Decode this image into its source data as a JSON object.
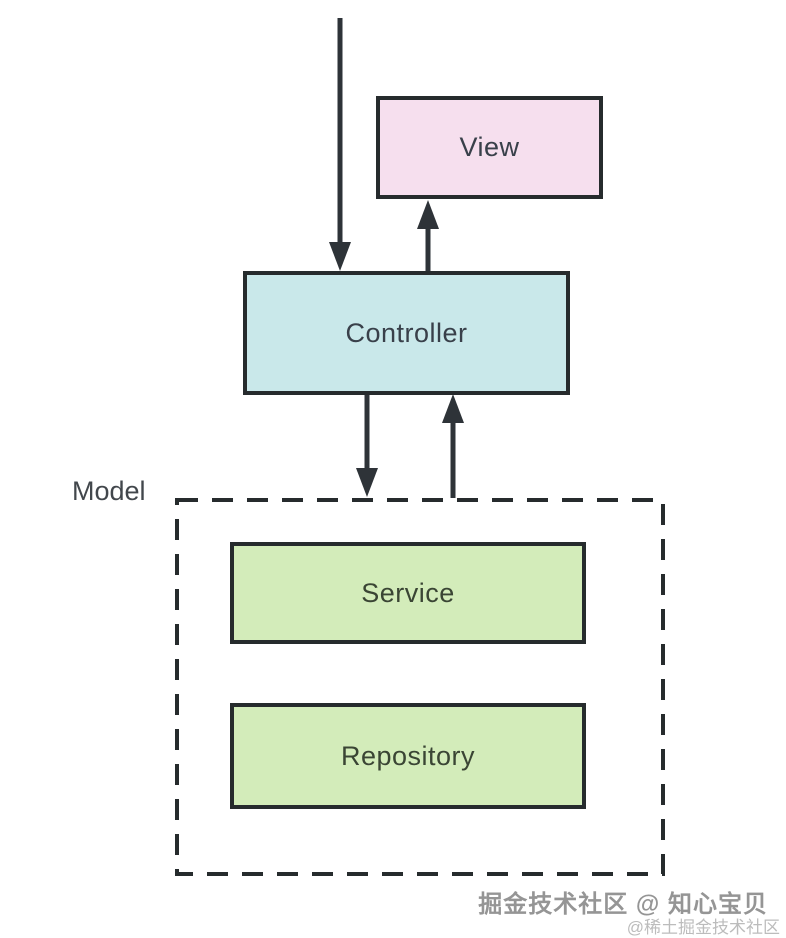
{
  "diagram": {
    "nodes": {
      "view": {
        "label": "View"
      },
      "controller": {
        "label": "Controller"
      },
      "service": {
        "label": "Service"
      },
      "repository": {
        "label": "Repository"
      }
    },
    "model_group_label": "Model"
  },
  "watermark": {
    "primary": "掘金技术社区 @ 知心宝贝",
    "secondary": "@稀土掘金技术社区"
  },
  "colors": {
    "background": "#ffffff",
    "border": "#262b2d",
    "line": "#2e3338",
    "text": "#39404a",
    "model-text": "#3a4534",
    "label-text": "#42474c",
    "view-fill": "#f6dfee",
    "controller-fill": "#c9e8ea",
    "model-node-fill": "#d3ecba",
    "watermark-primary": "#959595",
    "watermark-secondary": "#bcbcbc"
  }
}
